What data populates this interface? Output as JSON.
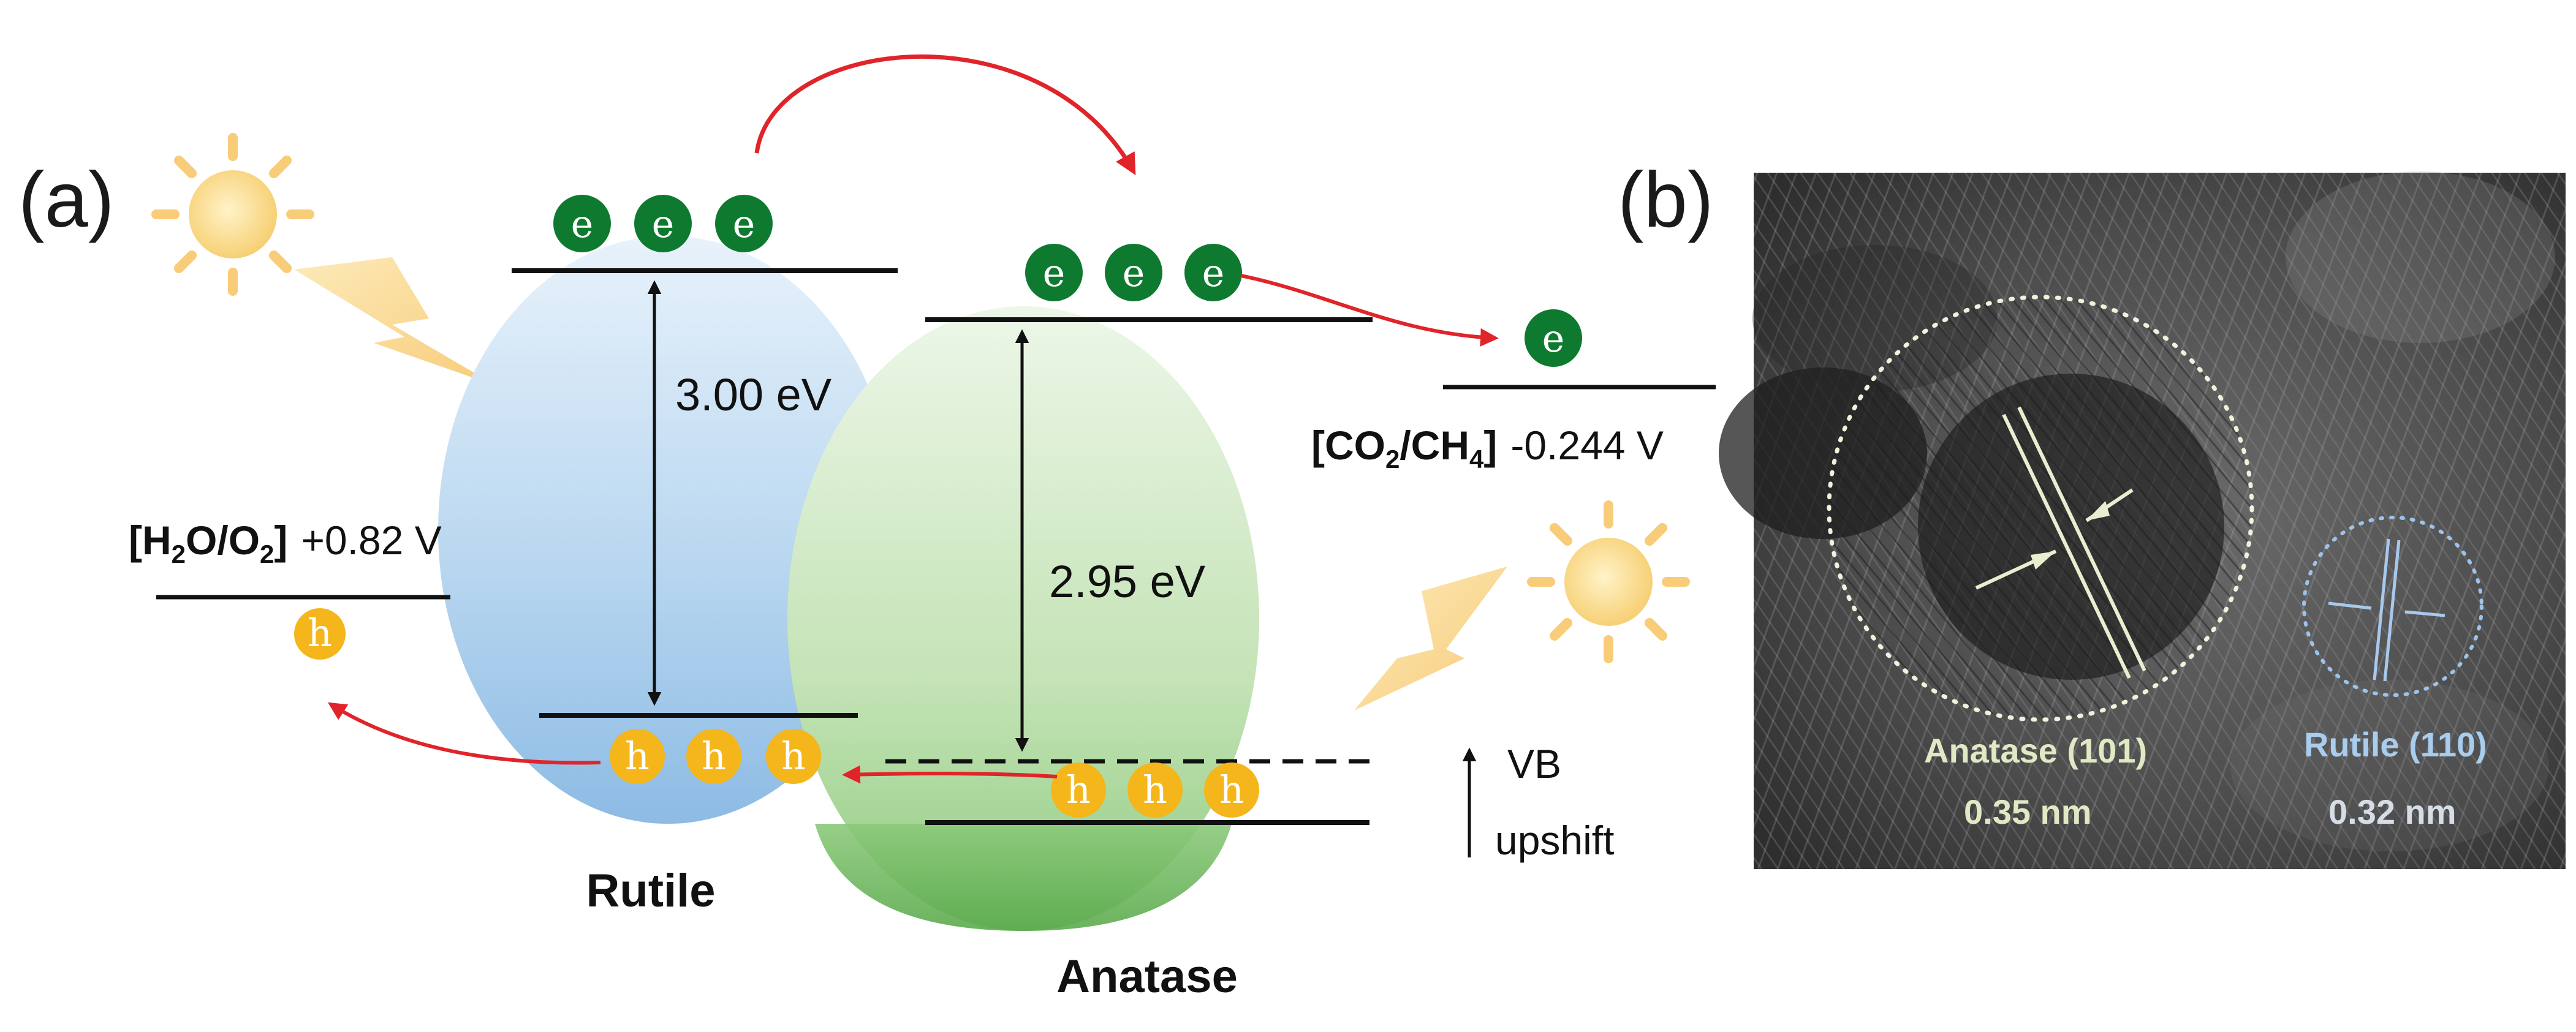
{
  "panels": {
    "a": "(a)",
    "b": "(b)"
  },
  "rutile": {
    "name": "Rutile",
    "band_gap": "3.00 eV"
  },
  "anatase": {
    "name": "Anatase",
    "band_gap": "2.95 eV"
  },
  "carriers": {
    "electron": "e",
    "hole": "h"
  },
  "reduction": {
    "couple": "[CO",
    "sub1": "2",
    "mid": "/CH",
    "sub2": "4",
    "close": "]",
    "value": "-0.244 V"
  },
  "oxidation": {
    "open": "[H",
    "sub1": "2",
    "mid": "O/O",
    "sub2": "2",
    "close": "]",
    "value": "+0.82 V"
  },
  "vb_shift": {
    "line1": "VB",
    "line2": "upshift"
  },
  "tem": {
    "anatase_plane": "Anatase (101)",
    "anatase_spacing": "0.35 nm",
    "rutile_plane": "Rutile (110)",
    "rutile_spacing": "0.32 nm",
    "anatase_ring_color": "#eef3dc",
    "rutile_ring_color": "#9cc3ea"
  },
  "colors": {
    "electron": "#0e7a2f",
    "hole": "#f4b61a",
    "transfer_arrow": "#e0242a",
    "rutile_sphere": "#a9cdec",
    "anatase_sphere": "#b9deab"
  }
}
